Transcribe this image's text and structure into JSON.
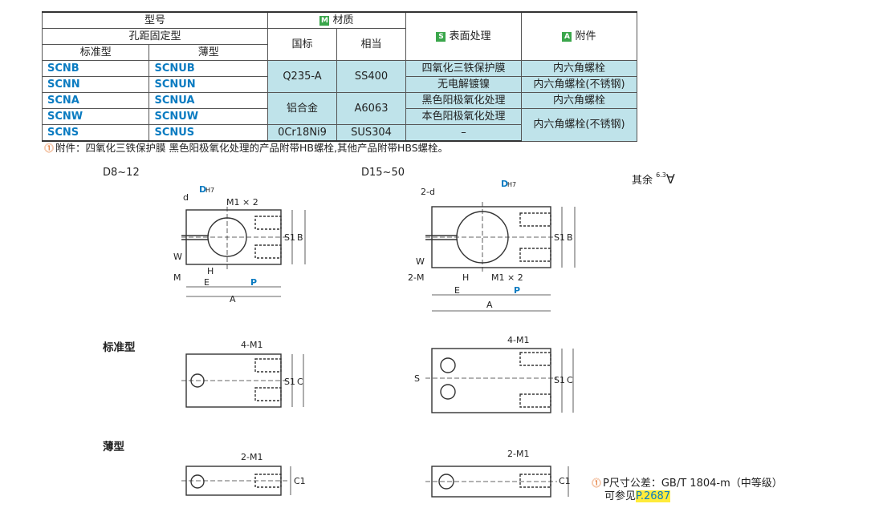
{
  "table": {
    "h_model": "型号",
    "h_material": "材质",
    "h_material_tag": "M",
    "h_fixed": "孔距固定型",
    "h_standard": "标准型",
    "h_thin": "薄型",
    "h_guobiao": "国标",
    "h_xiangdang": "相当",
    "h_surface": "表面处理",
    "h_surface_tag": "S",
    "h_accessory": "附件",
    "h_accessory_tag": "A",
    "rows": [
      {
        "std": "SCNB",
        "thin": "SCNUB"
      },
      {
        "std": "SCNN",
        "thin": "SCNUN"
      },
      {
        "std": "SCNA",
        "thin": "SCNUA"
      },
      {
        "std": "SCNW",
        "thin": "SCNUW"
      },
      {
        "std": "SCNS",
        "thin": "SCNUS"
      }
    ],
    "mat1_gb": "Q235-A",
    "mat1_eq": "SS400",
    "mat2_gb": "铝合金",
    "mat2_eq": "A6063",
    "mat3_gb": "0Cr18Ni9",
    "mat3_eq": "SUS304",
    "surf1": "四氧化三铁保护膜",
    "surf2": "无电解镀镍",
    "surf3": "黑色阳极氧化处理",
    "surf4": "本色阳极氧化处理",
    "surf5": "–",
    "acc1": "内六角螺栓",
    "acc2": "内六角螺栓(不锈钢)",
    "acc3": "内六角螺栓",
    "acc4": "内六角螺栓(不锈钢)"
  },
  "note": "附件：四氧化三铁保护膜  黑色阳极氧化处理的产品附带HB螺栓,其他产品附带HBS螺栓。",
  "drawing": {
    "left_range": "D8~12",
    "right_range": "D15~50",
    "rest_roughness": "其余",
    "section_standard": "标准型",
    "section_thin": "薄型",
    "roughness_value": "6.3",
    "dims": {
      "d": "d",
      "d2": "2-d",
      "D": "D",
      "H7": "H7",
      "M1x2": "M1 × 2",
      "S1": "S1",
      "B": "B",
      "W": "W",
      "M": "M",
      "M2": "2-M",
      "H": "H",
      "E": "E",
      "P": "P",
      "A": "A",
      "C": "C",
      "C1": "C1",
      "S": "S",
      "M1_4": "4-M1",
      "M1_2": "2-M1"
    }
  },
  "tolerance": {
    "line1": "P尺寸公差：GB/T 1804-m（中等级）",
    "line2_prefix": "可参见",
    "link": "P.2687"
  },
  "colors": {
    "header_blue": "#bfe3ea",
    "model_blue": "#0a7bc1",
    "tag_green": "#3aa64b"
  }
}
